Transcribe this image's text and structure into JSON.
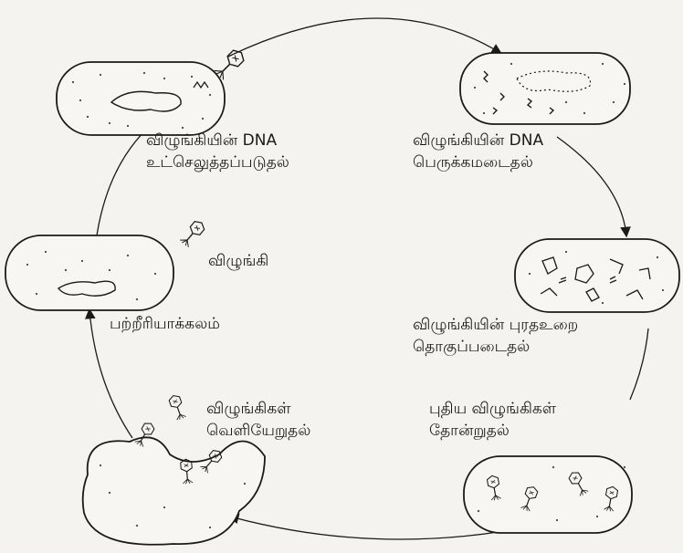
{
  "diagram": {
    "stages": {
      "injection": {
        "line1": "விழுங்கியின் DNA",
        "line2": "உட்செலுத்தப்படுதல்"
      },
      "replication": {
        "line1": "விழுங்கியின் DNA",
        "line2": "பெருக்கமடைதல்"
      },
      "assembly": {
        "line1": "விழுங்கியின் புரதஉறை",
        "line2": "தொகுப்படைதல்"
      },
      "new_phages": {
        "line1": "புதிய விழுங்கிகள்",
        "line2": "தோன்றுதல்"
      },
      "release": {
        "line1": "விழுங்கிகள்",
        "line2": "வெளியேறுதல்"
      }
    },
    "phage_label": "விழுங்கி",
    "bacterium_label": "பற்றீரியாக்கலம்",
    "colors": {
      "ink": "#1a1a1a",
      "paper": "#f4f3ef"
    }
  }
}
